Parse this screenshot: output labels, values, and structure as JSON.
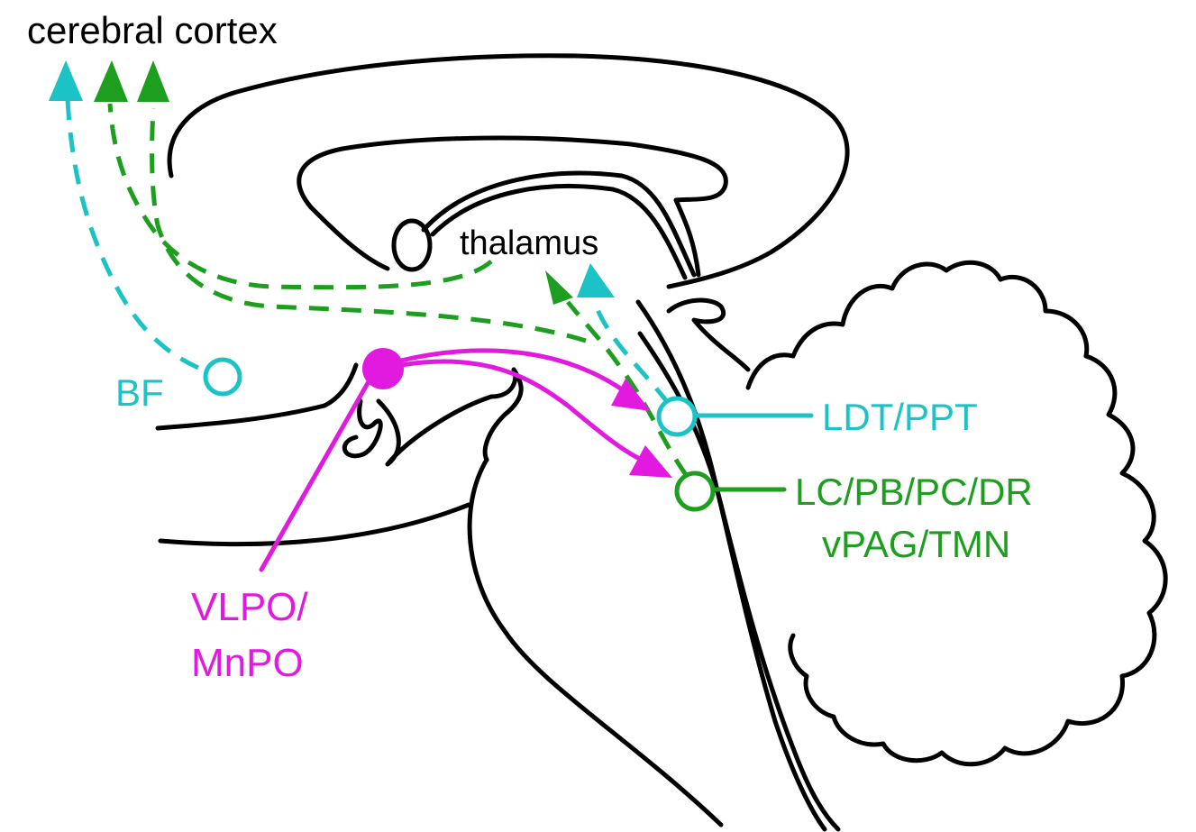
{
  "labels": {
    "cortex": "cerebral cortex",
    "thalamus": "thalamus",
    "bf": "BF",
    "ldt": "LDT/PPT",
    "lc_line1": "LC/PB/PC/DR",
    "lc_line2": "vPAG/TMN",
    "vlpo_line1": "VLPO/",
    "vlpo_line2": "MnPO"
  },
  "colors": {
    "cyan": "#1BC3C6",
    "green": "#1E9E1E",
    "magenta": "#E21AE0",
    "outline": "#000000"
  }
}
